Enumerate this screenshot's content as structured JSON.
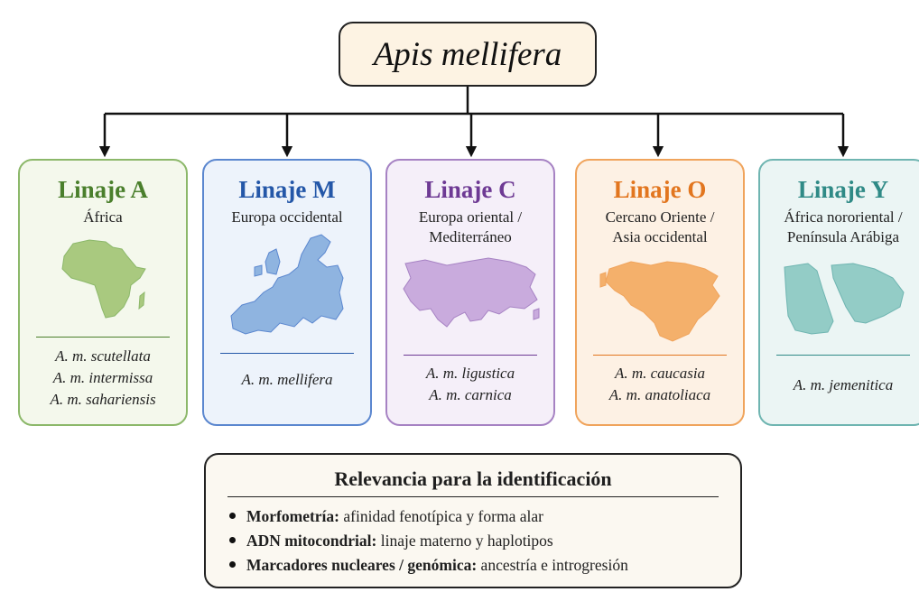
{
  "root": {
    "label": "Apis mellifera"
  },
  "lineages": [
    {
      "title": "Linaje A",
      "region_lines": [
        "África"
      ],
      "subspecies": [
        "A. m. scutellata",
        "A. m. intermissa",
        "A. m. sahariensis"
      ],
      "color": "#4a7f2c",
      "border": "#8cb86a",
      "bg": "#f4f8ec",
      "map": "africa-map",
      "map_fill": "#a9c97f"
    },
    {
      "title": "Linaje M",
      "region_lines": [
        "Europa occidental"
      ],
      "subspecies": [
        "A. m. mellifera"
      ],
      "color": "#2457a8",
      "border": "#5b87cf",
      "bg": "#edf3fb",
      "map": "western-europe-map",
      "map_fill": "#8fb4e0"
    },
    {
      "title": "Linaje C",
      "region_lines": [
        "Europa oriental /",
        "Mediterráneo"
      ],
      "subspecies": [
        "A. m. ligustica",
        "A. m. carnica"
      ],
      "color": "#6e3a94",
      "border": "#a682c3",
      "bg": "#f5eff9",
      "map": "eastern-europe-map",
      "map_fill": "#c9abdd"
    },
    {
      "title": "Linaje O",
      "region_lines": [
        "Cercano Oriente /",
        "Asia occidental"
      ],
      "subspecies": [
        "A. m. caucasia",
        "A. m. anatoliaca"
      ],
      "color": "#e2761f",
      "border": "#f0a45c",
      "bg": "#fdf1e4",
      "map": "near-east-map",
      "map_fill": "#f4b06b"
    },
    {
      "title": "Linaje Y",
      "region_lines": [
        "África nororiental /",
        "Península Arábiga"
      ],
      "subspecies": [
        "A. m. jemenitica"
      ],
      "color": "#2f8a86",
      "border": "#6fb5b1",
      "bg": "#ebf5f4",
      "map": "arabia-map",
      "map_fill": "#93ccc6"
    }
  ],
  "relevance": {
    "title": "Relevancia para la identificación",
    "items": [
      {
        "term": "Morfometría:",
        "desc": " afinidad fenotípica y forma alar"
      },
      {
        "term": "ADN mitocondrial:",
        "desc": " linaje materno y haplotipos"
      },
      {
        "term": "Marcadores nucleares / genómica:",
        "desc": " ancestría e introgresión"
      }
    ]
  }
}
